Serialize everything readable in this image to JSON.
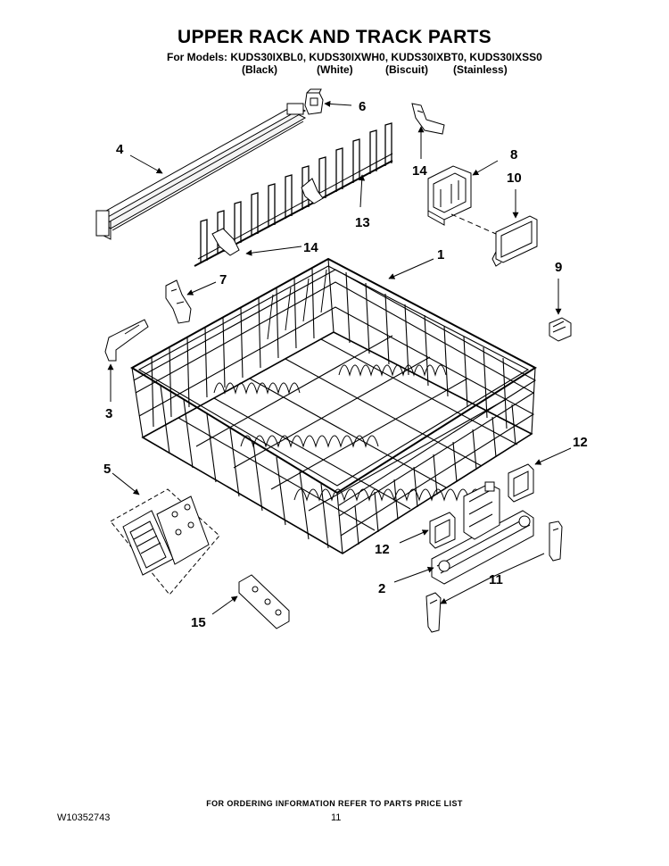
{
  "header": {
    "title": "UPPER RACK AND TRACK PARTS",
    "models_line": "For Models: KUDS30IXBL0, KUDS30IXWH0, KUDS30IXBT0, KUDS30IXSS0",
    "colors": [
      "(Black)",
      "(White)",
      "(Biscuit)",
      "(Stainless)"
    ]
  },
  "callouts": {
    "c1": "1",
    "c2": "2",
    "c3": "3",
    "c4": "4",
    "c5": "5",
    "c6": "6",
    "c7": "7",
    "c8": "8",
    "c9": "9",
    "c10": "10",
    "c11": "11",
    "c12a": "12",
    "c12b": "12",
    "c13": "13",
    "c14a": "14",
    "c14b": "14",
    "c15": "15"
  },
  "footer": {
    "ordering_note": "FOR ORDERING INFORMATION REFER TO PARTS PRICE LIST",
    "doc_number": "W10352743",
    "page_number": "11"
  }
}
